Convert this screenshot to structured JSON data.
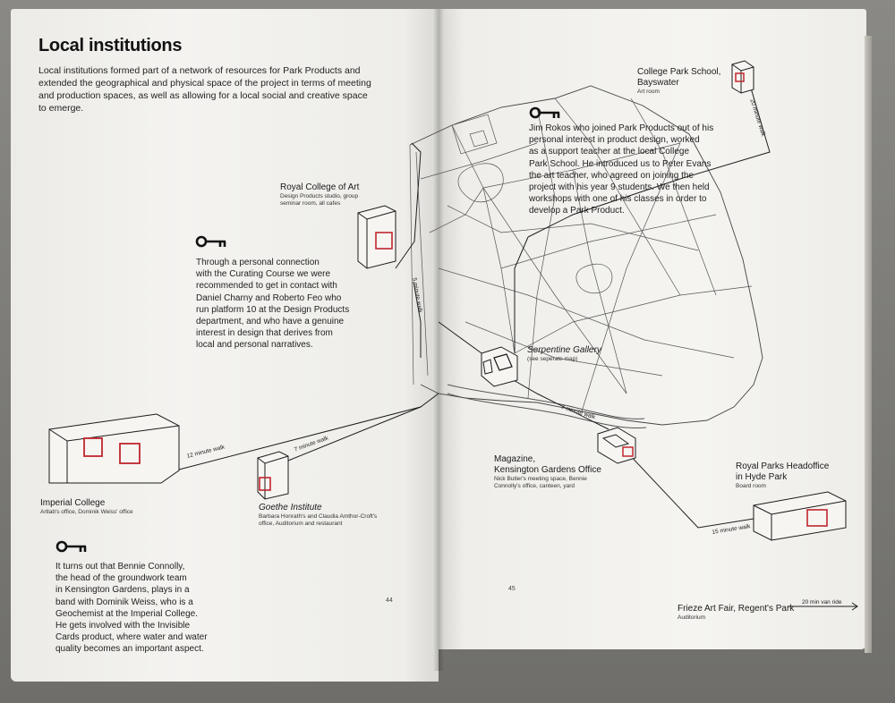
{
  "left_page": {
    "title": "Local institutions",
    "intro_lines": [
      "Local institutions formed part of a network of resources for Park Products and",
      "extended the geographical and physical space of the project in terms of meeting",
      "and production spaces, as well as allowing for a local social and creative space",
      "to emerge."
    ],
    "rca_story_lines": [
      "Through a personal connection",
      "with the Curating Course we were",
      "recommended to get in contact with",
      "Daniel Charny and Roberto Feo who",
      "run platform 10  at the Design Products",
      "department, and who have a genuine",
      "interest in design that derives from",
      "local and personal narratives."
    ],
    "imperial_story_lines": [
      "It turns out that Bennie Connolly,",
      "the head of the groundwork team",
      "in Kensington Gardens, plays in a",
      "band with Dominik Weiss, who is a",
      "Geochemist at the Imperial College.",
      "He gets involved with the Invisible",
      "Cards product, where water and water",
      "quality becomes an important aspect."
    ],
    "page_number": "44"
  },
  "right_page": {
    "jim_story_lines": [
      "Jim Rokos who joined Park Products out of his",
      "personal interest in product design, worked",
      "as a support teacher at the local College",
      "Park School. He introduced us to Peter Evans",
      "the art teacher, who agreed on joining the",
      "project with his year 9 students. We then held",
      "workshops with one of his classes in order to",
      "develop a Park Product."
    ],
    "page_number": "45"
  },
  "locations": {
    "rca": {
      "name": "Royal College of Art",
      "sub_lines": [
        "Design Products studio, group",
        "seminar room, all cafes"
      ]
    },
    "imperial": {
      "name": "Imperial College",
      "sub": "Artlab's office, Dominik Weiss' office"
    },
    "goethe": {
      "name": "Goethe Institute",
      "sub_lines": [
        "Barbara Honrath's and Claudia Amthor-Croft's",
        "office, Auditorium and restaurant"
      ]
    },
    "serpentine": {
      "name": "Serpentine Gallery",
      "sub": "(see seperate map)"
    },
    "magazine": {
      "name_lines": [
        "Magazine,",
        "Kensington Gardens Office"
      ],
      "sub_lines": [
        "Nick Butler's meeting space, Bennie",
        "Connolly's office, canteen, yard"
      ]
    },
    "college_park": {
      "name_lines": [
        "College Park School,",
        "Bayswater"
      ],
      "sub": "Art room"
    },
    "royal_parks": {
      "name_lines": [
        "Royal Parks Headoffice",
        "in Hyde Park"
      ],
      "sub": "Board room"
    },
    "frieze": {
      "name": "Frieze Art Fair, Regent's Park",
      "sub": "Auditorium",
      "walk": "20 min van ride"
    }
  },
  "walk_labels": {
    "imperial": "12 minute walk",
    "goethe": "7 minute walk",
    "rca": "5 minute walk",
    "magazine": "7 minute walk",
    "college_park": "20 minute walk",
    "royal_parks": "15 minute walk"
  },
  "icons": {
    "key": "key-icon",
    "building": "building-icon"
  },
  "colors": {
    "accent": "#c0262d",
    "ink": "#1c1c1c",
    "paper": "#f2f1ee"
  }
}
